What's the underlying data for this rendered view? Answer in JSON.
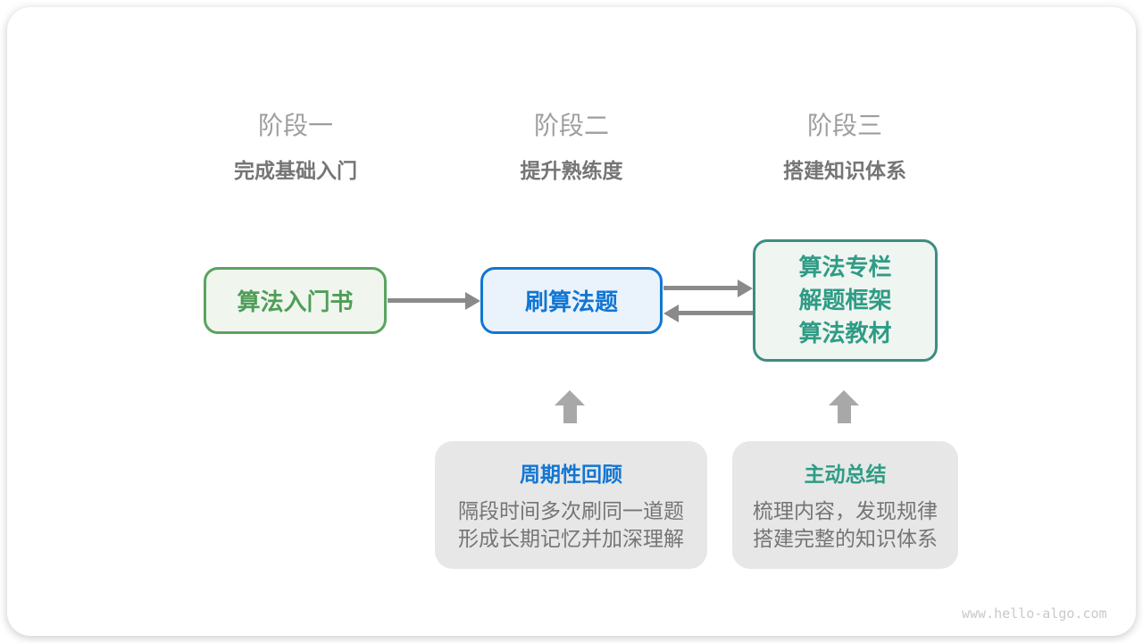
{
  "stages": [
    {
      "title": "阶段一",
      "subtitle": "完成基础入门"
    },
    {
      "title": "阶段二",
      "subtitle": "提升熟练度"
    },
    {
      "title": "阶段三",
      "subtitle": "搭建知识体系"
    }
  ],
  "nodes": {
    "intro_book": {
      "label": "算法入门书"
    },
    "practice": {
      "label": "刷算法题"
    },
    "knowledge": {
      "lines": [
        "算法专栏",
        "解题框架",
        "算法教材"
      ]
    }
  },
  "callouts": [
    {
      "title": "周期性回顾",
      "lines": [
        "隔段时间多次刷同一道题",
        "形成长期记忆并加深理解"
      ]
    },
    {
      "title": "主动总结",
      "lines": [
        "梳理内容，发现规律",
        "搭建完整的知识体系"
      ]
    }
  ],
  "watermark": "www.hello-algo.com",
  "colors": {
    "stage_title": "#9E9E9E",
    "stage_subtitle": "#757575",
    "green_border": "#5AA35F",
    "green_text": "#4F9E58",
    "green_fill": "#F0F6EE",
    "blue_border": "#1276D2",
    "blue_text": "#1276D2",
    "blue_fill": "#EAF3FB",
    "teal_border": "#3D8D80",
    "teal_text": "#2F9C85",
    "teal_fill": "#EFF5F1",
    "arrow": "#8A8A8A",
    "block_arrow": "#A8A8A8",
    "callout_bg": "#E7E7E7",
    "callout_body": "#757575",
    "watermark_text": "#C9C9C9"
  }
}
